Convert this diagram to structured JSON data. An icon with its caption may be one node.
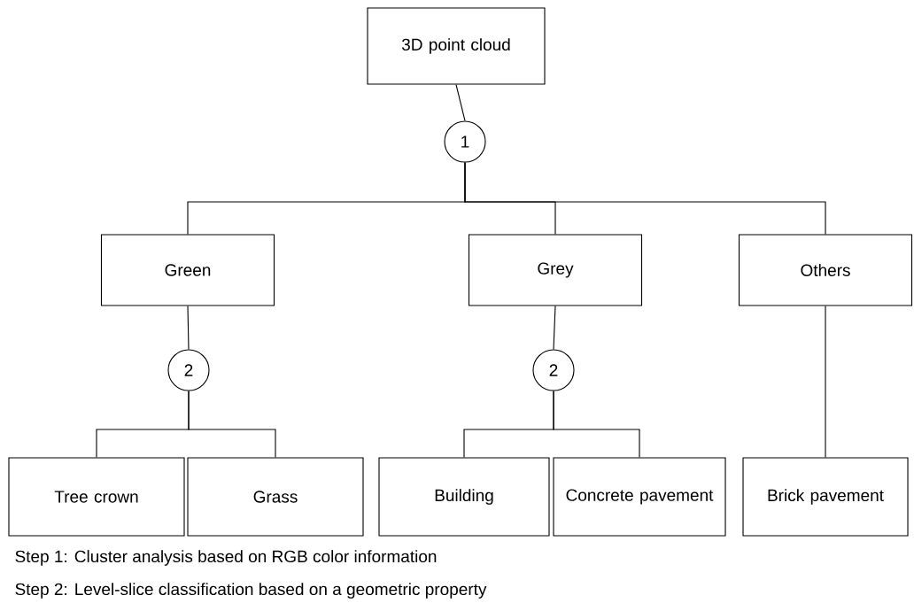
{
  "diagram": {
    "nodes": [
      {
        "text": [
          "3D point cloud"
        ]
      },
      {
        "text": [
          "1"
        ]
      },
      {
        "text": [
          "Green"
        ]
      },
      {
        "text": [
          "Grey"
        ]
      },
      {
        "text": [
          "Others"
        ]
      },
      {
        "text": [
          "2"
        ]
      },
      {
        "text": [
          "2"
        ]
      },
      {
        "text": [
          "Tree crown"
        ]
      },
      {
        "text": [
          "Grass"
        ]
      },
      {
        "text": [
          "Building"
        ]
      },
      {
        "text": [
          "Concrete pavement"
        ]
      },
      {
        "text": [
          "Brick pavement"
        ]
      }
    ],
    "edges": [
      {
        "from": 0,
        "to": 1,
        "arrow": "none"
      },
      {
        "from": 1,
        "to": 2,
        "arrow": "none"
      },
      {
        "from": 1,
        "to": 3,
        "arrow": "none"
      },
      {
        "from": 1,
        "to": 4,
        "arrow": "none"
      },
      {
        "from": 2,
        "to": 5,
        "arrow": "none"
      },
      {
        "from": 5,
        "to": 7,
        "arrow": "none"
      },
      {
        "from": 5,
        "to": 8,
        "arrow": "none"
      },
      {
        "from": 3,
        "to": 6,
        "arrow": "none"
      },
      {
        "from": 6,
        "to": 9,
        "arrow": "none"
      },
      {
        "from": 6,
        "to": 10,
        "arrow": "none"
      },
      {
        "from": 4,
        "to": 11,
        "arrow": "none"
      }
    ],
    "labels": [
      "Step 1: Cluster analysis based on RGB color information",
      "Step 2: Level-slice classification based on a geometric property"
    ]
  }
}
